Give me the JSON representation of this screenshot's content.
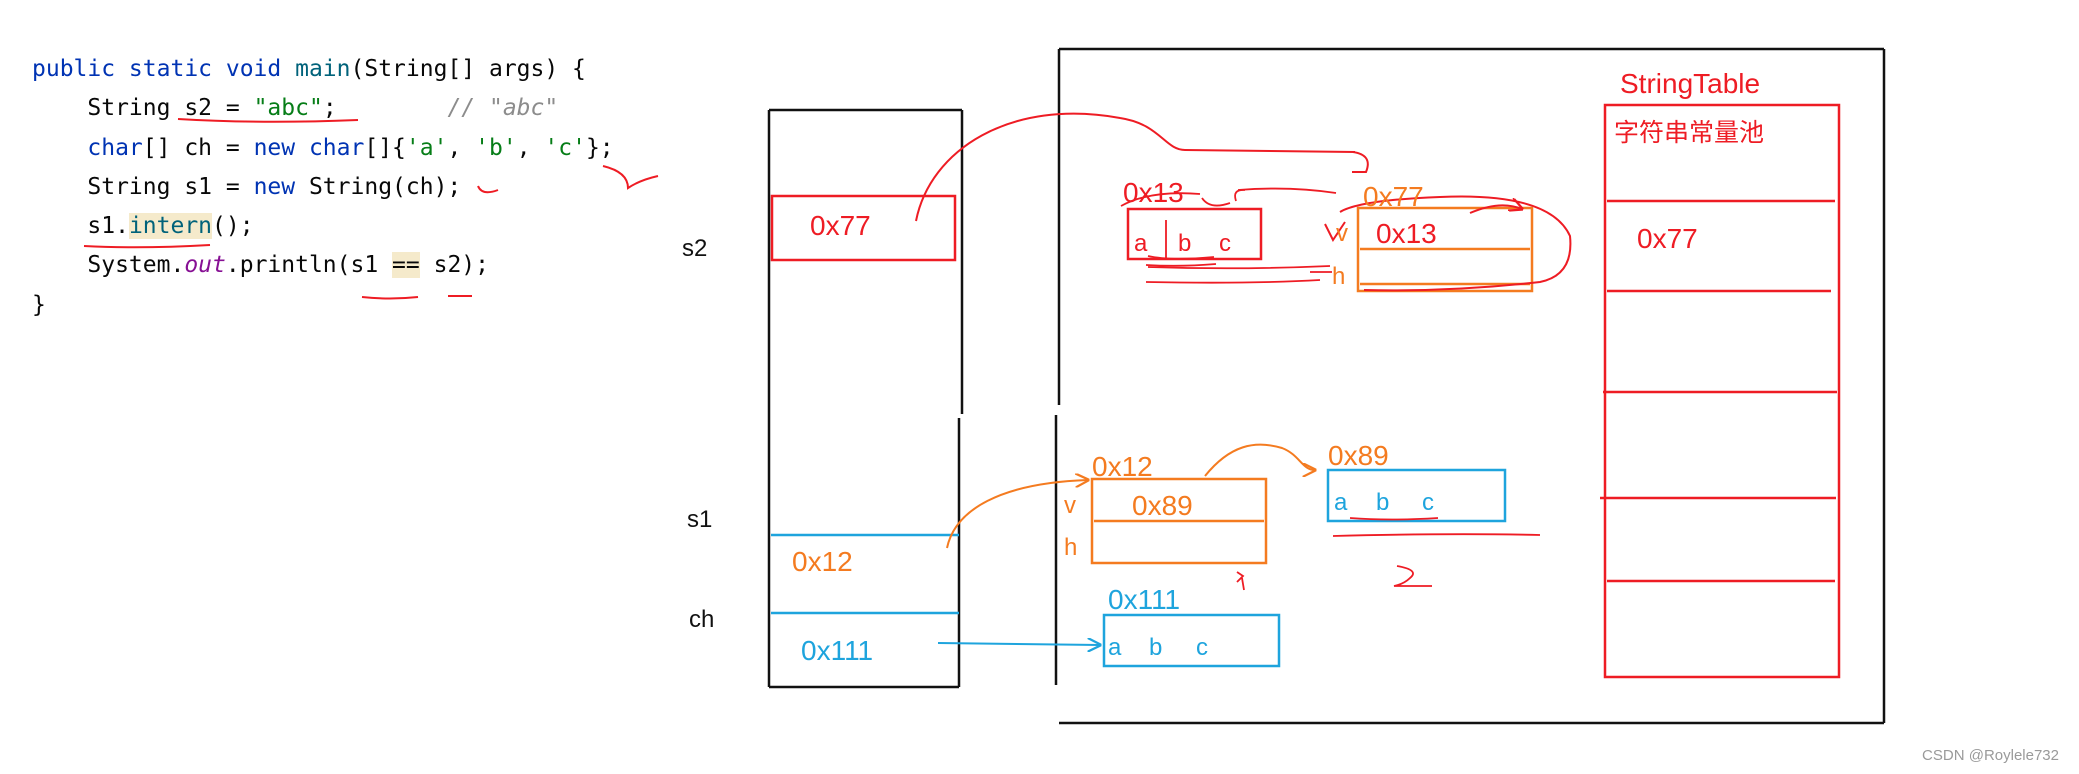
{
  "code": {
    "l1": {
      "a": "public static void ",
      "b": "main",
      "c": "(String[] args) {"
    },
    "l2": {
      "a": "    String s2 = ",
      "b": "\"abc\"",
      "c": ";        ",
      "d": "// \"abc\""
    },
    "l3": {
      "a": "    ",
      "b": "char",
      "c": "[] ch = ",
      "d": "new ",
      "e": "char",
      "f": "[]{",
      "g": "'a'",
      "h": ", ",
      "i": "'b'",
      "j": ", ",
      "k": "'c'",
      "l": "};"
    },
    "l4": {
      "a": "    String s1 = ",
      "b": "new ",
      "c": "String(ch);"
    },
    "l5": {
      "a": "    s1.",
      "b": "intern",
      "c": "();"
    },
    "l6": {
      "a": "    System.",
      "b": "out",
      "c": ".println(s1 ",
      "d": "==",
      "e": " s2);"
    },
    "l7": {
      "a": "}"
    }
  },
  "stack": {
    "s2_label": "s2",
    "s2_value": "0x77",
    "s1_label": "s1",
    "s1_value": "0x12",
    "ch_label": "ch",
    "ch_value": "0x111"
  },
  "heap": {
    "chars_addr_top": "0x13",
    "chars_top": {
      "a": "a",
      "b": "b",
      "c": "c"
    },
    "str_obj_top_addr": "0x77",
    "str_obj_top_v": "v",
    "str_obj_top_value": "0x13",
    "str_obj_top_h": "h",
    "str_obj_s1_addr": "0x12",
    "str_obj_s1_v": "v",
    "str_obj_s1_value": "0x89",
    "str_obj_s1_h": "h",
    "chars_mid_addr": "0x89",
    "chars_mid": {
      "a": "a",
      "b": "b",
      "c": "c"
    },
    "chars_ch_addr": "0x111",
    "chars_ch": {
      "a": "a",
      "b": "b",
      "c": "c"
    }
  },
  "string_table": {
    "title": "StringTable",
    "subtitle": "字符串常量池",
    "entry_1": "0x77"
  },
  "watermark": "CSDN @Roylele732",
  "colors": {
    "red": "#ee1c24",
    "orange": "#f47b20",
    "blue": "#1ea4dd",
    "black": "#111111"
  }
}
